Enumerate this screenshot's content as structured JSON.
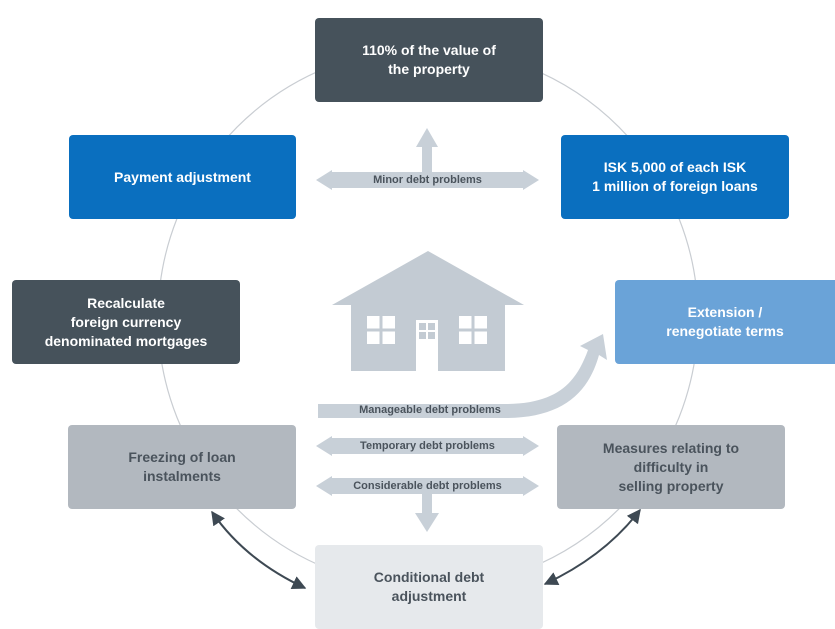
{
  "boxes": {
    "value_110": "110% of the value of\nthe property",
    "payment_adjustment": "Payment adjustment",
    "isk_5000": "ISK 5,000 of each ISK\n1 million of foreign loans",
    "recalculate": "Recalculate\nforeign currency\ndenominated mortgages",
    "extension": "Extension /\nrenegotiate terms",
    "freezing": "Freezing of loan\ninstalments",
    "measures": "Measures relating to\ndifficulty in\nselling property",
    "conditional": "Conditional debt\nadjustment"
  },
  "arrows": {
    "minor": "Minor debt problems",
    "manageable": "Manageable debt problems",
    "temporary": "Temporary debt problems",
    "considerable": "Considerable debt problems"
  },
  "colors": {
    "dark": "#46525b",
    "blue": "#0a6fbf",
    "light_blue": "#6aa3d8",
    "grey": "#b2b8bf",
    "pale": "#e6e9ec",
    "arrow_fill": "#c8d0d8",
    "house": "#c3cbd3"
  },
  "icons": [
    "house-icon"
  ]
}
